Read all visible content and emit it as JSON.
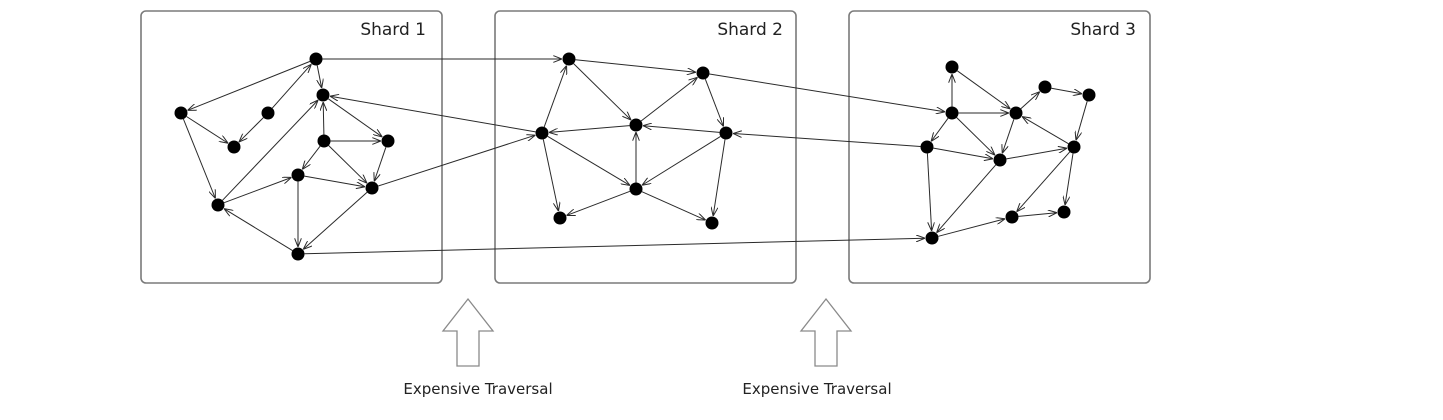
{
  "shards": [
    {
      "id": "s1",
      "title": "Shard 1"
    },
    {
      "id": "s2",
      "title": "Shard 2"
    },
    {
      "id": "s3",
      "title": "Shard 3"
    }
  ],
  "annotations": [
    {
      "id": "a1",
      "label": "Expensive Traversal"
    },
    {
      "id": "a2",
      "label": "Expensive Traversal"
    }
  ],
  "colors": {
    "node": "#000000",
    "edge": "#2a2a2a",
    "box_border": "#7a7a7a",
    "arrow_outline": "#8a8a8a"
  }
}
